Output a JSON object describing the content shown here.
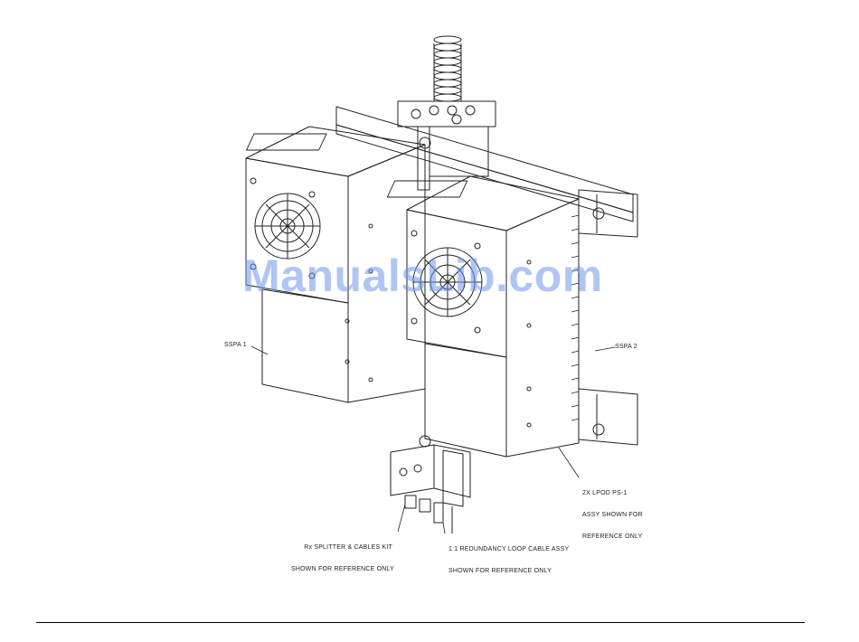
{
  "watermark": "ManualsLib.com",
  "callouts": {
    "sspa1": "SSPA 1",
    "sspa2": "SSPA 2",
    "lpod_line1": "2X LPOD PS-1",
    "lpod_line2": "ASSY SHOWN FOR",
    "lpod_line3": "REFERENCE ONLY",
    "splitter_line1": "Rx SPLITTER & CABLES KIT",
    "splitter_line2": "SHOWN FOR REFERENCE ONLY",
    "loop_line1": "1:1 REDUNDANCY LOOP CABLE ASSY",
    "loop_line2": "SHOWN FOR REFERENCE ONLY"
  },
  "colors": {
    "line": "#222222",
    "watermark": "#6e96eb"
  }
}
